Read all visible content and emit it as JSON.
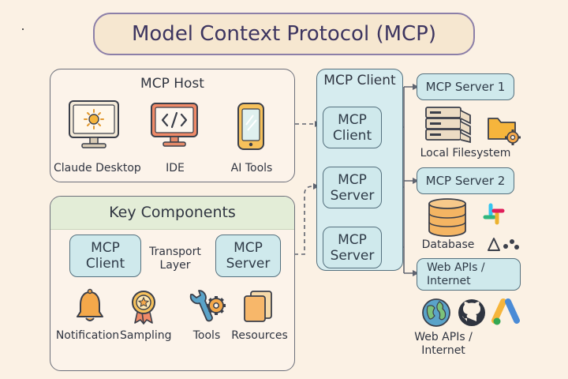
{
  "title": "Model Context Protocol (MCP)",
  "host": {
    "title": "MCP Host",
    "apps": [
      {
        "label": "Claude Desktop",
        "icon": "monitor-sun-icon"
      },
      {
        "label": "IDE",
        "icon": "code-monitor-icon"
      },
      {
        "label": "AI Tools",
        "icon": "phone-icon"
      }
    ]
  },
  "key_components": {
    "title": "Key Components",
    "client": "MCP Client",
    "transport": "Transport Layer",
    "server": "MCP Server",
    "features": [
      {
        "label": "Notification",
        "icon": "bell-icon"
      },
      {
        "label": "Sampling",
        "icon": "badge-icon"
      },
      {
        "label": "Tools",
        "icon": "wrench-gear-icon"
      },
      {
        "label": "Resources",
        "icon": "files-icon"
      }
    ]
  },
  "center": {
    "header": "MCP Client",
    "boxes": [
      "MCP Client",
      "MCP Server",
      "MCP Server"
    ]
  },
  "servers": {
    "s1": "MCP Server 1",
    "s1_caption": "Local Filesystem",
    "s2": "MCP Server 2",
    "s2_caption": "Database",
    "s3": "Web APIs / Internet",
    "s3_caption": "Web APIs / Internet"
  },
  "colors": {
    "accent": "#cfe9ec",
    "border": "#54707e",
    "green": "#e3edd7",
    "background": "#fbf1e4"
  }
}
